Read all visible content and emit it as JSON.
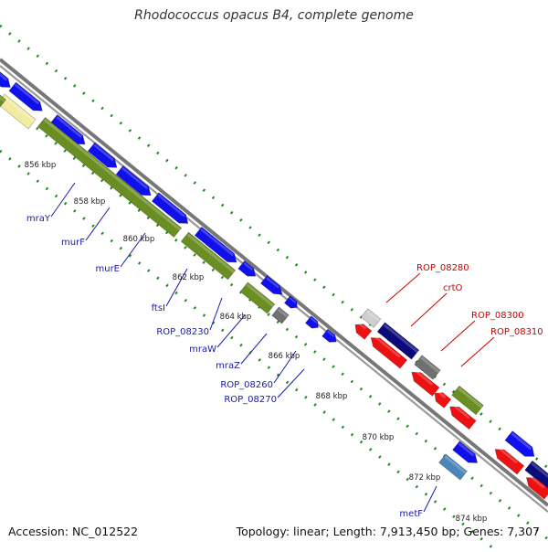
{
  "title": "Rhodococcus opacus B4, complete genome",
  "footer": {
    "accession": "Accession: NC_012522",
    "topology": "Topology: linear; Length: 7,913,450 bp; Genes: 7,307"
  },
  "ruler_ticks": [
    "856 kbp",
    "858 kbp",
    "860 kbp",
    "862 kbp",
    "864 kbp",
    "866 kbp",
    "868 kbp",
    "870 kbp",
    "872 kbp",
    "874 kbp"
  ],
  "gene_labels": {
    "blue": [
      "mraY",
      "murF",
      "murE",
      "ftsI",
      "ROP_08230",
      "mraW",
      "mraZ",
      "ROP_08260",
      "ROP_08270",
      "metF"
    ],
    "red": [
      "ROP_08280",
      "crtO",
      "ROP_08300",
      "ROP_08310"
    ]
  },
  "colors": {
    "blue_gene": "#1010ee",
    "navy_gene": "#0a0a7a",
    "olive_gene": "#6b8e23",
    "red_gene": "#ee1111",
    "gray_gene": "#707070",
    "light_gray_gene": "#cfcfcf",
    "pale_yellow_gene": "#f2eca0",
    "steel_blue_gene": "#4a86b8",
    "blue_label": "#1a1aa8",
    "red_label": "#cc0000",
    "dot_line": "#1f8a1f"
  }
}
